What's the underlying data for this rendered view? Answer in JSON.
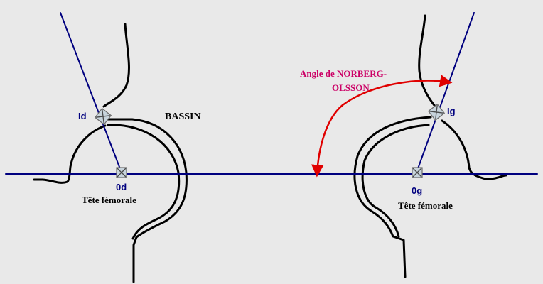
{
  "labels": {
    "left_femoral_center": "0d",
    "left_acetabular_edge": "Id",
    "left_femoral_head": "Tête fémorale",
    "pelvis": "BASSIN",
    "right_femoral_center": "0g",
    "right_acetabular_edge": "Ig",
    "right_femoral_head": "Tête fémorale",
    "angle_line1": "Angle de NORBERG-",
    "angle_line2": "OLSSON"
  },
  "colors": {
    "background": "#e9e9e9",
    "axis_line": "#00007f",
    "bone_outline": "#000000",
    "angle_arc": "#e00000",
    "angle_label": "#cc0066",
    "marker_fill": "#c8d4dc",
    "marker_stroke": "#6b6b6b"
  },
  "icons": {
    "marker": "crosshair-square-icon",
    "arrow": "arrowhead-icon"
  }
}
